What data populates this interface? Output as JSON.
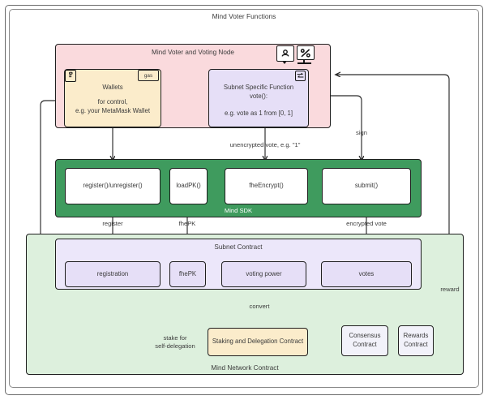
{
  "diagram": {
    "outer_title": "Mind Voter Functions"
  },
  "voter_node": {
    "title": "Mind Voter and Voting Node",
    "icons": [
      {
        "name": "user-speech-icon",
        "glyph": "person-in-bubble"
      },
      {
        "name": "percent-monitor-icon",
        "glyph": "percent-on-screen"
      }
    ],
    "wallets": {
      "title": "Wallets",
      "detail_line1": "for control,",
      "detail_line2": "e.g. your MetaMask Wallet",
      "badge": "gas",
      "corner_icon": "clipboard-icon"
    },
    "subnet_function": {
      "line1": "Subnet Specific Function",
      "line2": "vote():",
      "line3": "e.g. vote as 1 from [0, 1]",
      "corner_icon": "exchange-arrows-icon"
    }
  },
  "sdk": {
    "title": "Mind SDK",
    "nodes": [
      {
        "label": "register()/unregister()"
      },
      {
        "label": "loadPK()"
      },
      {
        "label": "fheEncrypt()"
      },
      {
        "label": "submit()"
      }
    ]
  },
  "network_contract": {
    "title": "Mind Network Contract",
    "subnet_contract": {
      "title": "Subnet Contract",
      "nodes": [
        {
          "label": "registration"
        },
        {
          "label": "fhePK"
        },
        {
          "label": "voting power"
        },
        {
          "label": "votes"
        }
      ]
    },
    "staking": {
      "label": "Staking and Delegation Contract"
    },
    "consensus": {
      "label": "Consensus\nContract"
    },
    "rewards": {
      "label": "Rewards\nContract"
    }
  },
  "edge_labels": {
    "unencrypted_vote": "unencrypted vote, e.g. \"1\"",
    "sign": "sign",
    "register": "register",
    "fhepk": "fhePK",
    "encrypted_vote": "encrypted vote",
    "convert": "convert",
    "stake_for_self_delegation": "stake for\nself-delegation",
    "reward": "reward"
  },
  "colors": {
    "pink": "#fadadd",
    "green": "#3f9b5e",
    "light_green": "#ddf0dd",
    "purple": "#e6dff7",
    "cream": "#fbeccb",
    "stroke": "#1f1f1f"
  }
}
